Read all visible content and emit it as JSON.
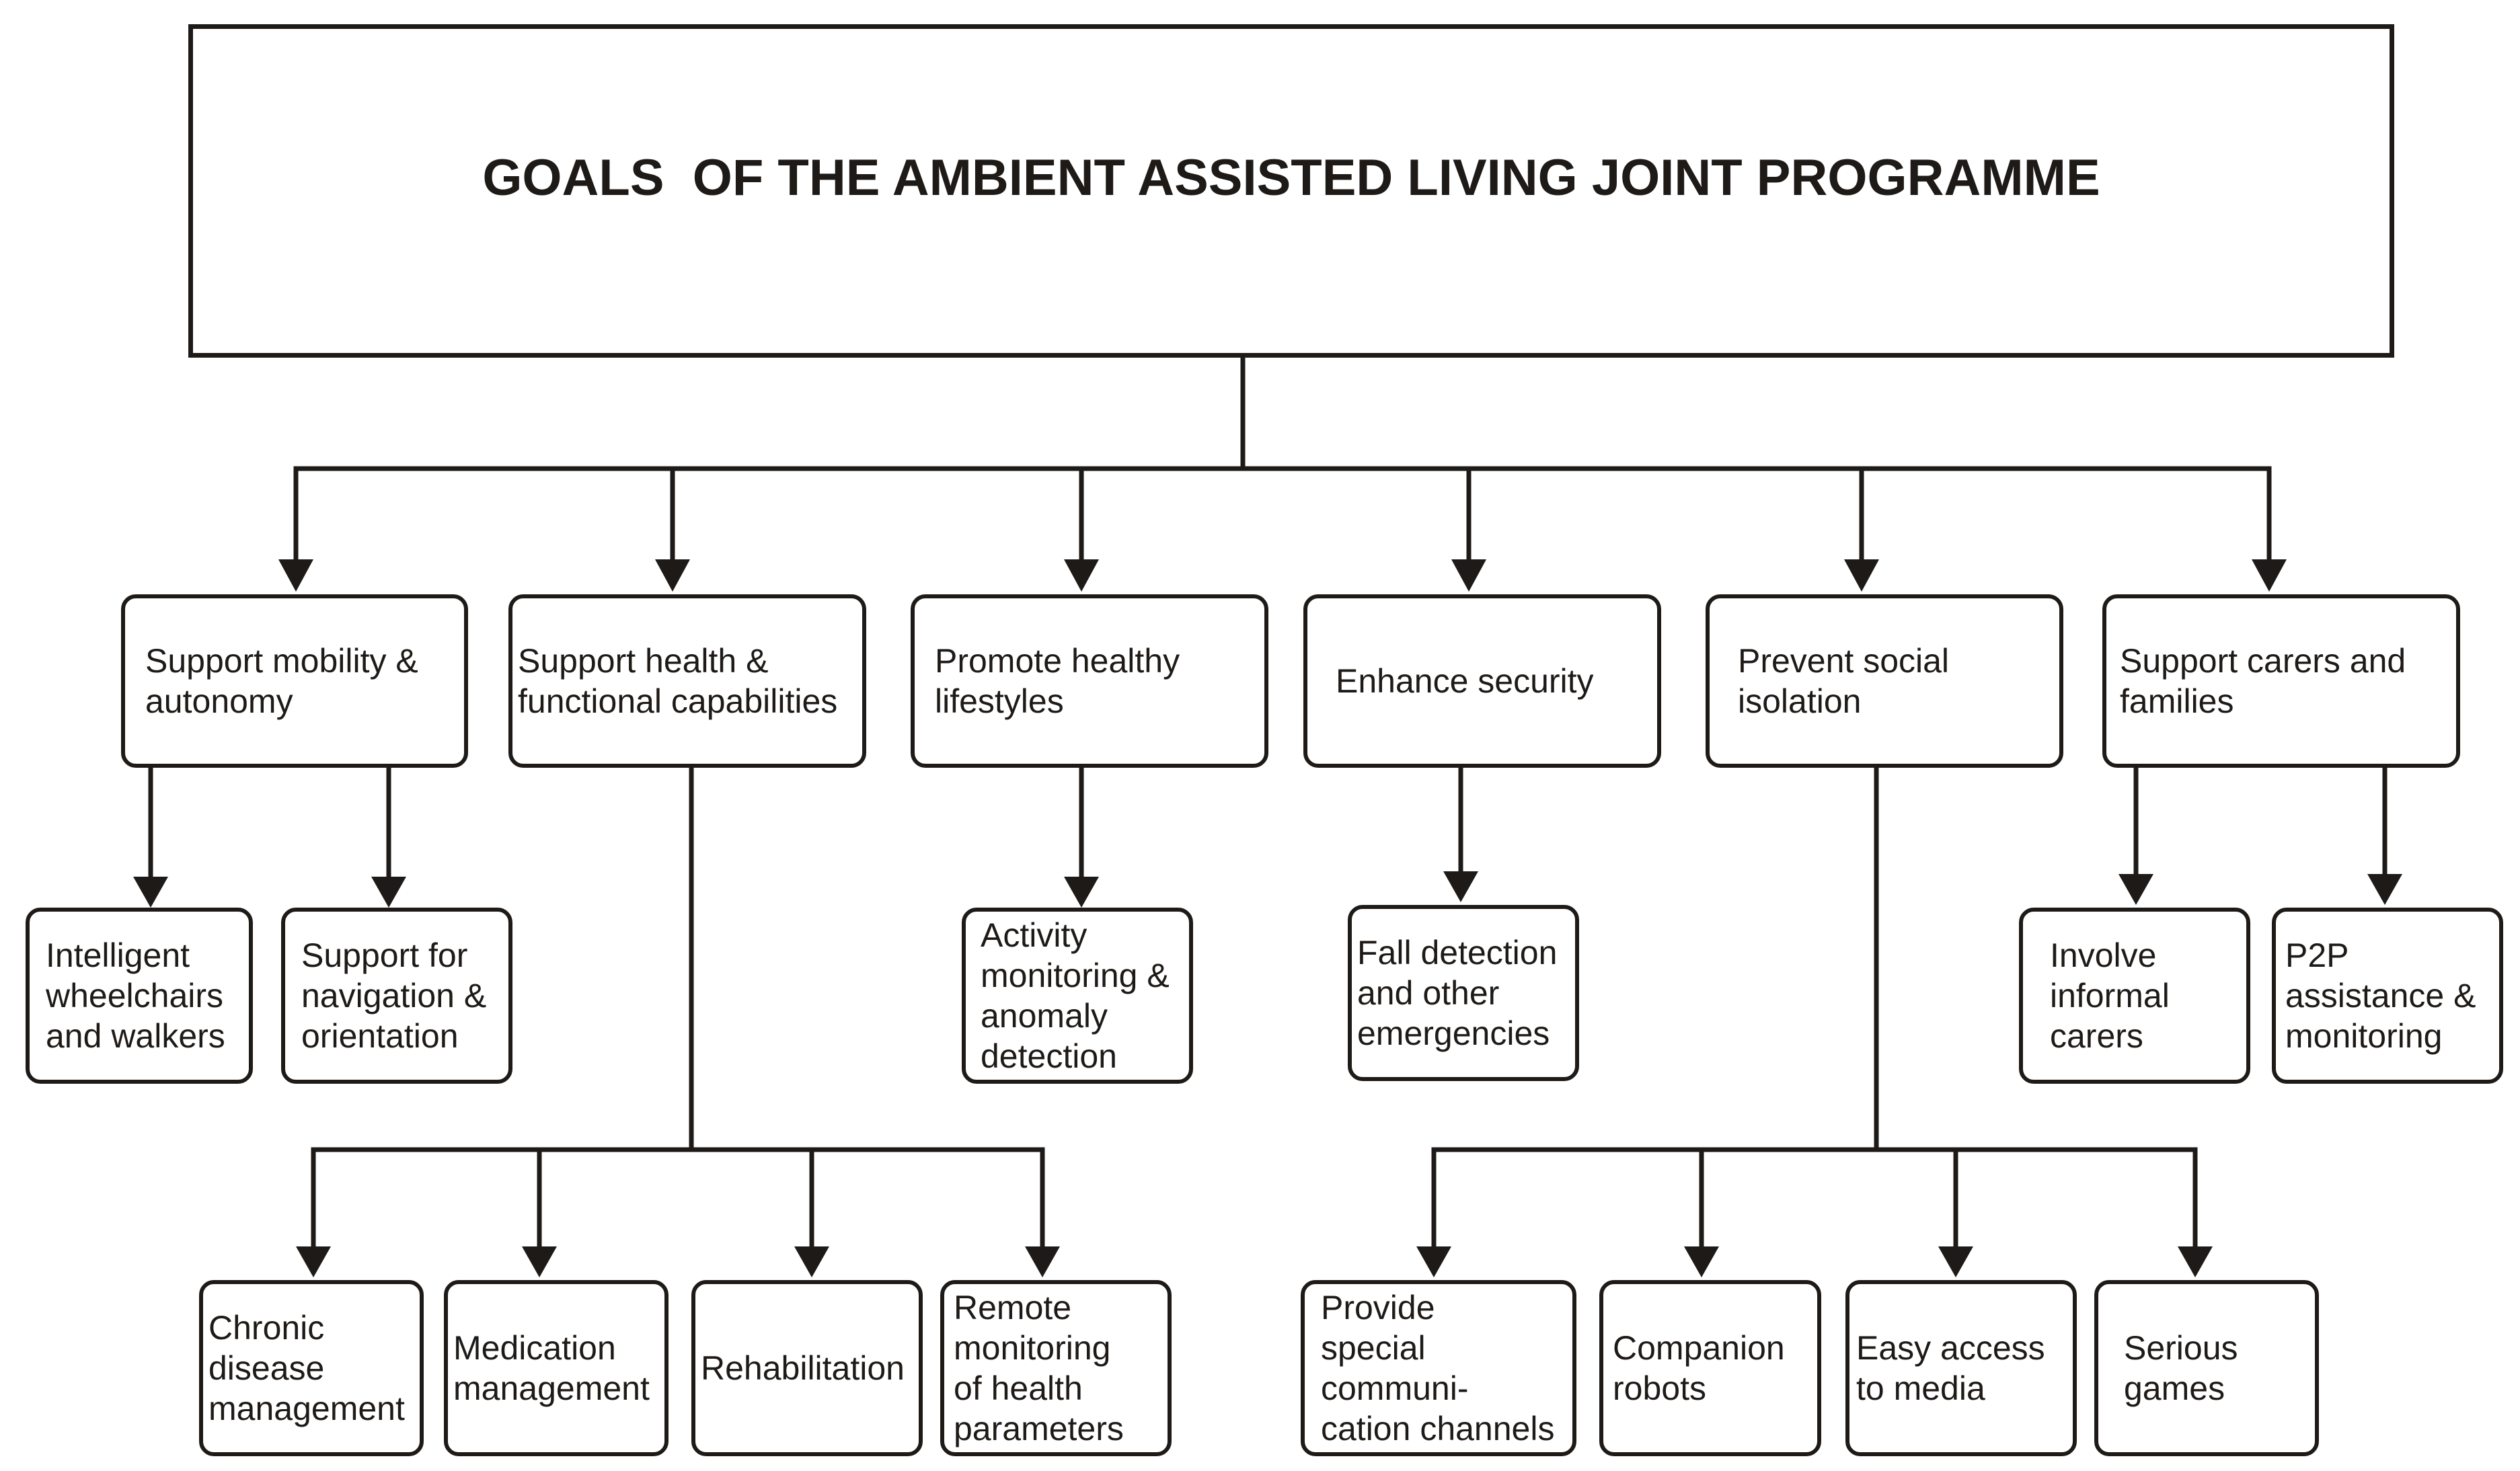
{
  "title": "GOALS  OF THE AMBIENT ASSISTED LIVING JOINT PROGRAMME",
  "goals": [
    {
      "label": "Support mobility &\nautonomy",
      "children": [
        "Intelligent\nwheelchairs\nand walkers",
        "Support for\nnavigation &\norientation"
      ]
    },
    {
      "label": "Support health &\nfunctional capabilities",
      "children": [
        "Chronic\ndisease\nmanagement",
        "Medication\nmanagement",
        "Rehabilitation",
        "Remote\nmonitoring\nof health\nparameters"
      ]
    },
    {
      "label": "Promote healthy\nlifestyles",
      "children": [
        "Activity\nmonitoring &\nanomaly\ndetection"
      ]
    },
    {
      "label": "Enhance security",
      "children": [
        "Fall detection\nand other\nemergencies"
      ]
    },
    {
      "label": "Prevent social\nisolation",
      "children": [
        "Provide\nspecial\ncommuni-\ncation channels",
        "Companion\nrobots",
        "Easy access\nto media",
        "Serious\ngames"
      ]
    },
    {
      "label": "Support carers and\nfamilies",
      "children": [
        "Involve\ninformal\ncarers",
        "P2P\nassistance &\nmonitoring"
      ]
    }
  ]
}
